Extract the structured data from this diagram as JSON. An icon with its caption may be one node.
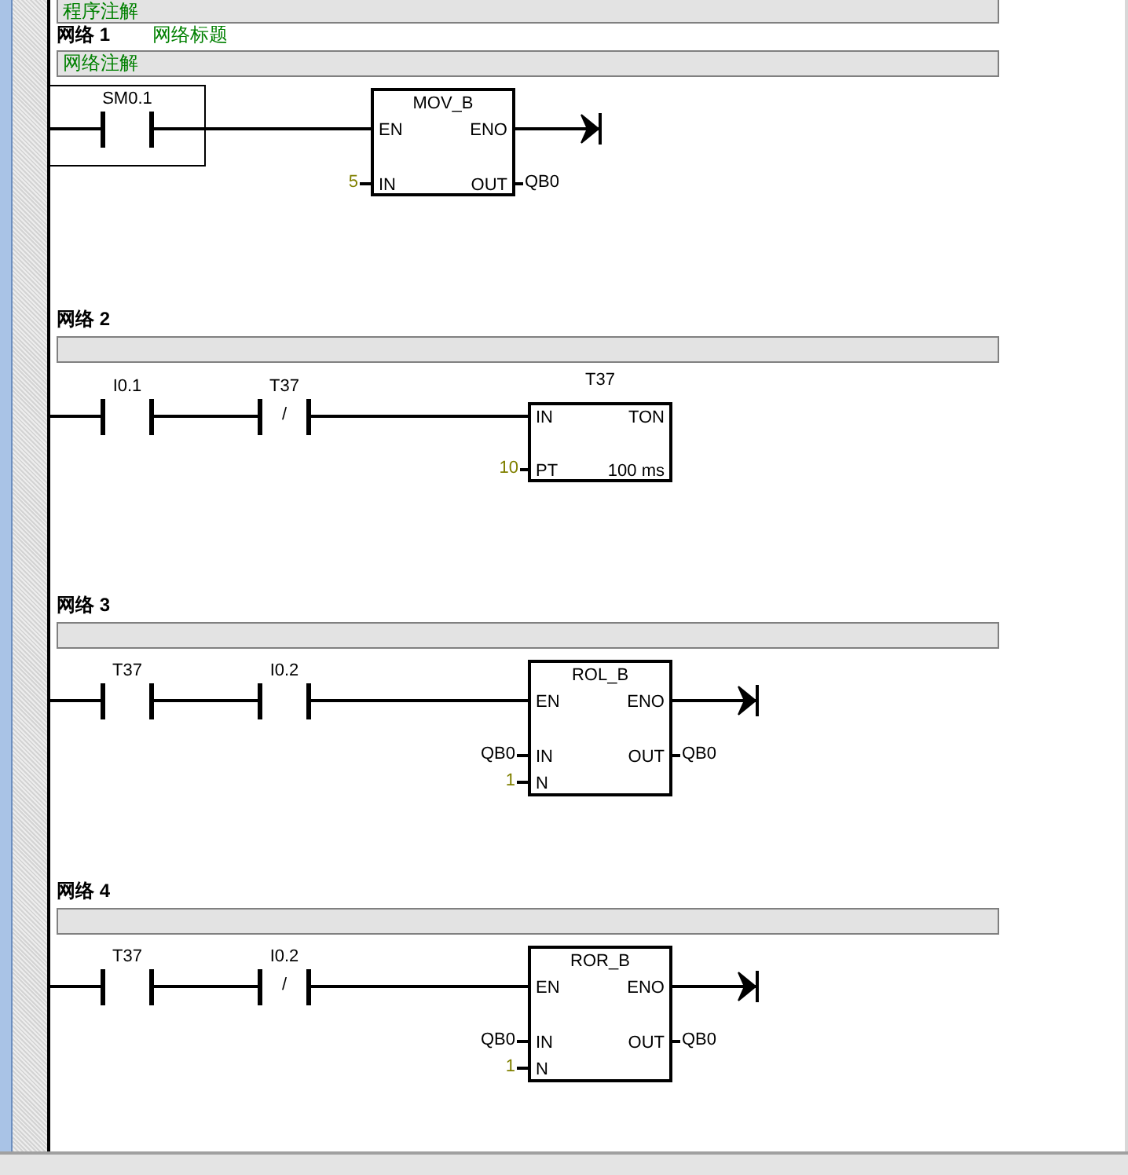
{
  "diagram": {
    "nodes": [
      {
        "text": [
          "SM0.1"
        ]
      },
      {
        "text": [
          "MOV_B",
          "EN",
          "ENO",
          "IN",
          "OUT"
        ],
        "beside": [
          "5",
          "QB0"
        ]
      },
      {
        "text": [
          "I0.1"
        ]
      },
      {
        "text": [
          "T37",
          "/"
        ]
      },
      {
        "text": [
          "T37",
          "IN",
          "TON",
          "PT",
          "100 ms"
        ],
        "beside": [
          "10"
        ]
      },
      {
        "text": [
          "T37"
        ]
      },
      {
        "text": [
          "I0.2"
        ]
      },
      {
        "text": [
          "ROL_B",
          "EN",
          "ENO",
          "IN",
          "OUT",
          "N"
        ],
        "beside": [
          "QB0",
          "QB0",
          "1"
        ]
      },
      {
        "text": [
          "T37"
        ]
      },
      {
        "text": [
          "I0.2",
          "/"
        ]
      },
      {
        "text": [
          "ROR_B",
          "EN",
          "ENO",
          "IN",
          "OUT",
          "N"
        ],
        "beside": [
          "QB0",
          "QB0",
          "1"
        ]
      }
    ],
    "edges": [
      {
        "from": null,
        "to": 0,
        "arrow": "none"
      },
      {
        "from": 0,
        "to": 1,
        "arrow": "none"
      },
      {
        "from": 1,
        "to": null,
        "arrow": "to"
      },
      {
        "from": null,
        "to": 2,
        "arrow": "none"
      },
      {
        "from": 2,
        "to": 3,
        "arrow": "none"
      },
      {
        "from": 3,
        "to": 4,
        "arrow": "none"
      },
      {
        "from": null,
        "to": 5,
        "arrow": "none"
      },
      {
        "from": 5,
        "to": 6,
        "arrow": "none"
      },
      {
        "from": 6,
        "to": 7,
        "arrow": "none"
      },
      {
        "from": 7,
        "to": null,
        "arrow": "to"
      },
      {
        "from": null,
        "to": 8,
        "arrow": "none"
      },
      {
        "from": 8,
        "to": 9,
        "arrow": "none"
      },
      {
        "from": 9,
        "to": 10,
        "arrow": "none"
      },
      {
        "from": 10,
        "to": null,
        "arrow": "to"
      }
    ],
    "labels": [
      "程序注解",
      "网络 1",
      "网络标题",
      "网络注解",
      "网络 2",
      "网络 3",
      "网络 4"
    ]
  }
}
